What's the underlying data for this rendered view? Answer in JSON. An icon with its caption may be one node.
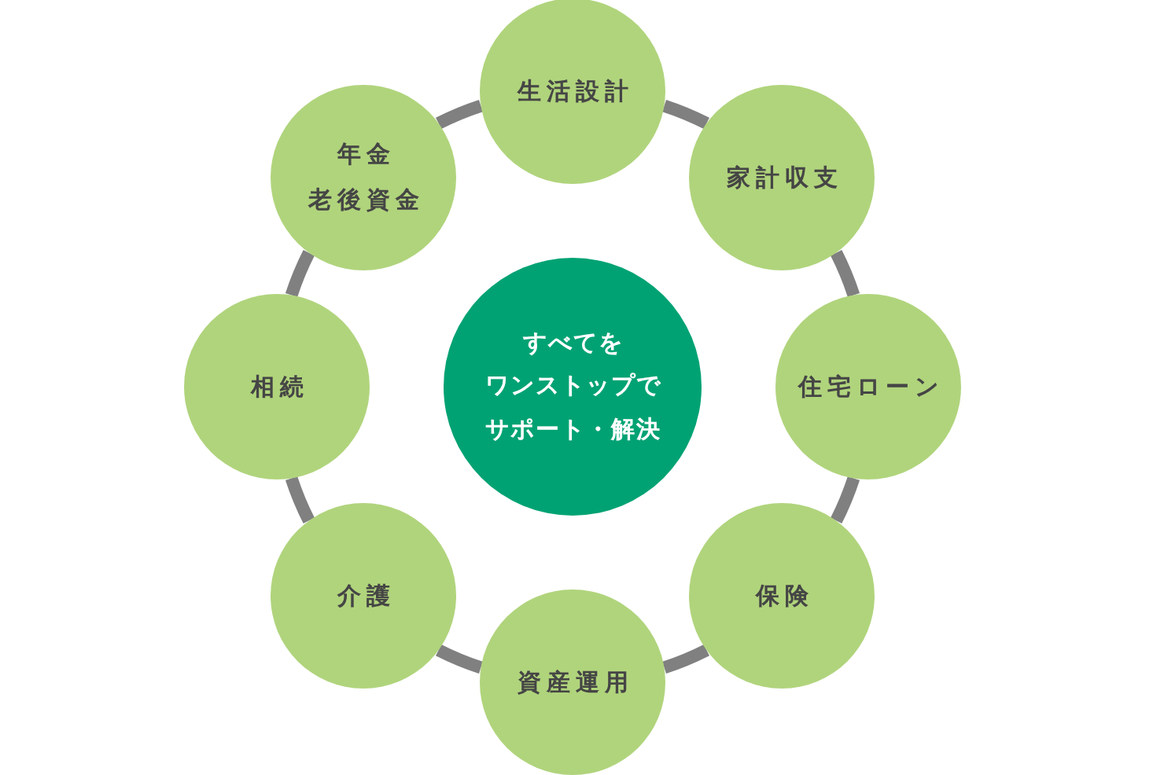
{
  "diagram": {
    "nodes": [
      {
        "text": [
          "生活設計"
        ]
      },
      {
        "text": [
          "家計収支"
        ]
      },
      {
        "text": [
          "住宅ローン"
        ]
      },
      {
        "text": [
          "保険"
        ]
      },
      {
        "text": [
          "資産運用"
        ]
      },
      {
        "text": [
          "介護"
        ]
      },
      {
        "text": [
          "相続"
        ]
      },
      {
        "text": [
          "年金",
          "老後資金"
        ]
      },
      {
        "text": [
          "すべてをワンストップでサポート・解決"
        ]
      }
    ],
    "edges": [
      {
        "from": 0,
        "to": 1,
        "arrow": "none"
      },
      {
        "from": 1,
        "to": 2,
        "arrow": "none"
      },
      {
        "from": 2,
        "to": 3,
        "arrow": "none"
      },
      {
        "from": 3,
        "to": 4,
        "arrow": "none"
      },
      {
        "from": 4,
        "to": 5,
        "arrow": "none"
      },
      {
        "from": 5,
        "to": 6,
        "arrow": "none"
      },
      {
        "from": 6,
        "to": 7,
        "arrow": "none"
      },
      {
        "from": 7,
        "to": 0,
        "arrow": "none"
      }
    ]
  }
}
